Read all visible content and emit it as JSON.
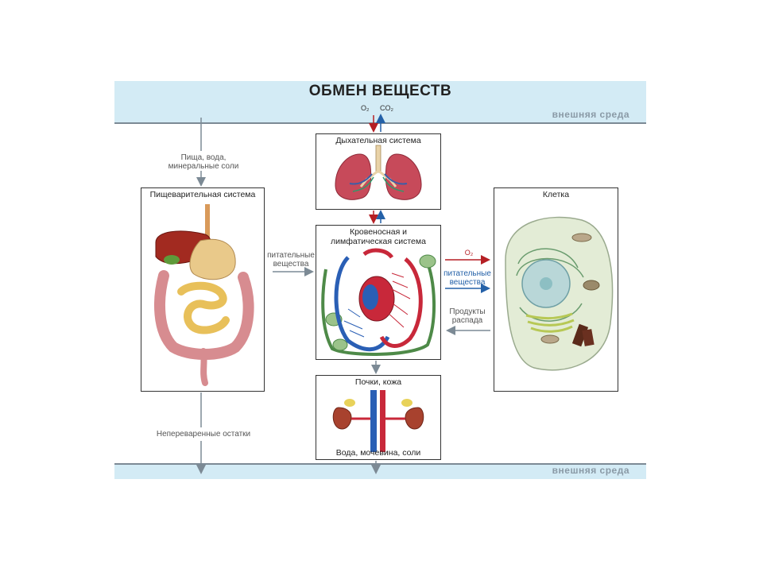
{
  "title": "ОБМЕН ВЕЩЕСТВ",
  "environment_label": "внешняя среда",
  "gases": {
    "o2": "O₂",
    "co2": "CO₂"
  },
  "boxes": {
    "respiratory": "Дыхательная система",
    "circulatory": "Кровеносная и лимфатическая система",
    "digestive": "Пищеварительная система",
    "cell": "Клетка",
    "excretory": "Почки, кожа"
  },
  "labels": {
    "food_input": "Пища, вода, минеральные соли",
    "nutrients_to_blood": "питательные вещества",
    "undigested": "Непереваренные остатки",
    "o2_to_cell": "O₂",
    "nutrients_to_cell": "питательные вещества",
    "decay_products": "Продукты распада",
    "excretion_output": "Вода, мочевина, соли"
  },
  "colors": {
    "band": "#d3ebf5",
    "red_arrow": "#b51f24",
    "blue_arrow": "#2461a8",
    "grey_arrow": "#7c8a95"
  }
}
